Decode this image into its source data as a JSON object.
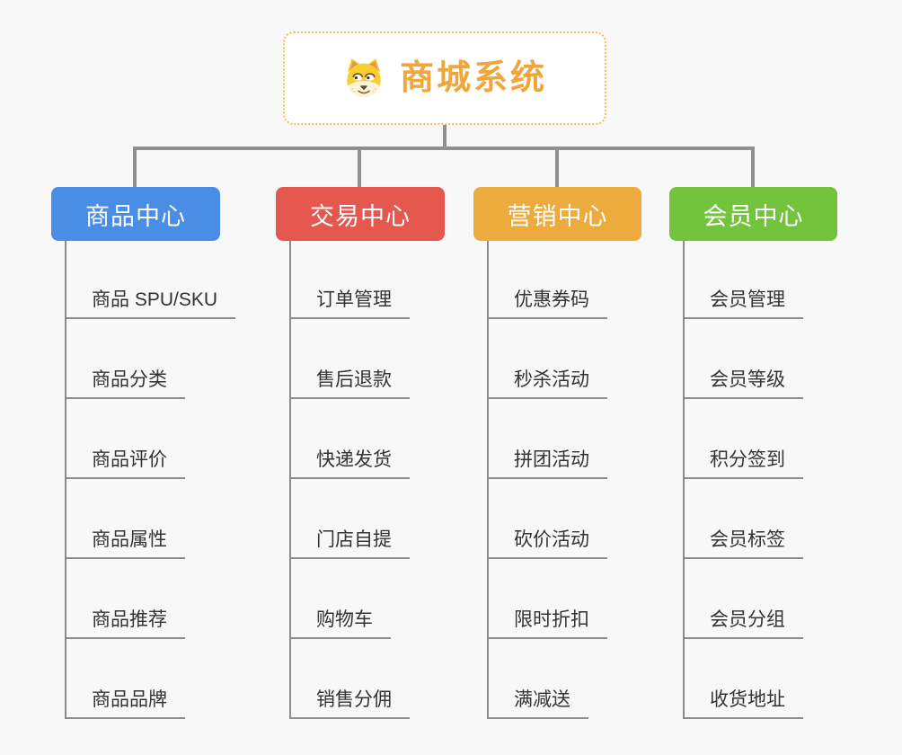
{
  "root": {
    "title": "商城系统",
    "icon": "dog-face-icon",
    "accent": "#F0A63B",
    "border_color": "#F5BC4E"
  },
  "style": {
    "background": "#F8F8F8",
    "connector_color": "#909090",
    "leaf_text_color": "#333333"
  },
  "branches": [
    {
      "label": "商品中心",
      "color": "#4A8DE6",
      "items": [
        "商品 SPU/SKU",
        "商品分类",
        "商品评价",
        "商品属性",
        "商品推荐",
        "商品品牌"
      ]
    },
    {
      "label": "交易中心",
      "color": "#E5584F",
      "items": [
        "订单管理",
        "售后退款",
        "快递发货",
        "门店自提",
        "购物车",
        "销售分佣"
      ]
    },
    {
      "label": "营销中心",
      "color": "#EDAB3D",
      "items": [
        "优惠券码",
        "秒杀活动",
        "拼团活动",
        "砍价活动",
        "限时折扣",
        "满减送"
      ]
    },
    {
      "label": "会员中心",
      "color": "#73C43C",
      "items": [
        "会员管理",
        "会员等级",
        "积分签到",
        "会员标签",
        "会员分组",
        "收货地址"
      ]
    }
  ]
}
